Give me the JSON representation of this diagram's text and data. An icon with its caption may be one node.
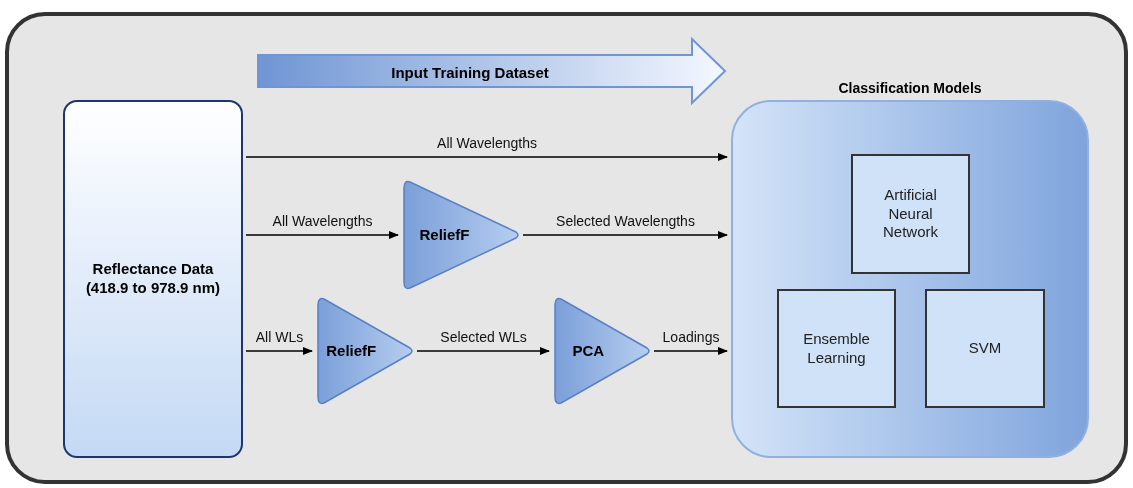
{
  "diagram": {
    "nodes": [
      {
        "text": [
          "Reflectance Data (418.9 to 978.9 nm)"
        ]
      },
      {
        "text": [
          "Classification Models"
        ]
      },
      {
        "text": [
          "Artificial Neural Network"
        ],
        "in": 1
      },
      {
        "text": [
          "Ensemble Learning"
        ],
        "in": 1
      },
      {
        "text": [
          "SVM"
        ],
        "in": 1
      },
      {
        "text": [
          "ReliefF"
        ]
      },
      {
        "text": [
          "ReliefF"
        ]
      },
      {
        "text": [
          "PCA"
        ]
      }
    ],
    "edges": [
      {
        "from": 0,
        "to": 1,
        "arrow": "to",
        "label": "All Wavelengths"
      },
      {
        "from": 0,
        "to": 5,
        "arrow": "to",
        "label": "All Wavelengths"
      },
      {
        "from": 5,
        "to": 1,
        "arrow": "to",
        "label": "Selected Wavelengths"
      },
      {
        "from": 0,
        "to": 6,
        "arrow": "to",
        "label": "All WLs"
      },
      {
        "from": 6,
        "to": 7,
        "arrow": "to",
        "label": "Selected WLs"
      },
      {
        "from": 7,
        "to": 1,
        "arrow": "to",
        "label": "Loadings"
      }
    ],
    "labels": [
      "Input Training Dataset"
    ]
  }
}
